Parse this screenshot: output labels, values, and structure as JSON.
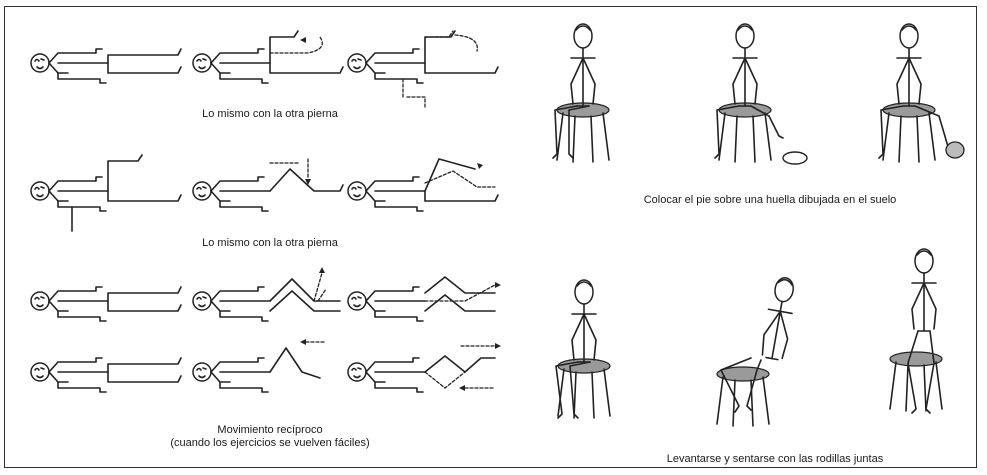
{
  "captions": {
    "left_row1": "Lo mismo con la otra pierna",
    "left_row2": "Lo mismo con la otra pierna",
    "left_row3_line1": "Movimiento recíproco",
    "left_row3_line2": "(cuando los ejercicios se vuelven fáciles)",
    "right_row1": "Colocar el pie sobre una huella dibujada en el suelo",
    "right_row2": "Levantarse y sentarse con las rodillas juntas"
  }
}
